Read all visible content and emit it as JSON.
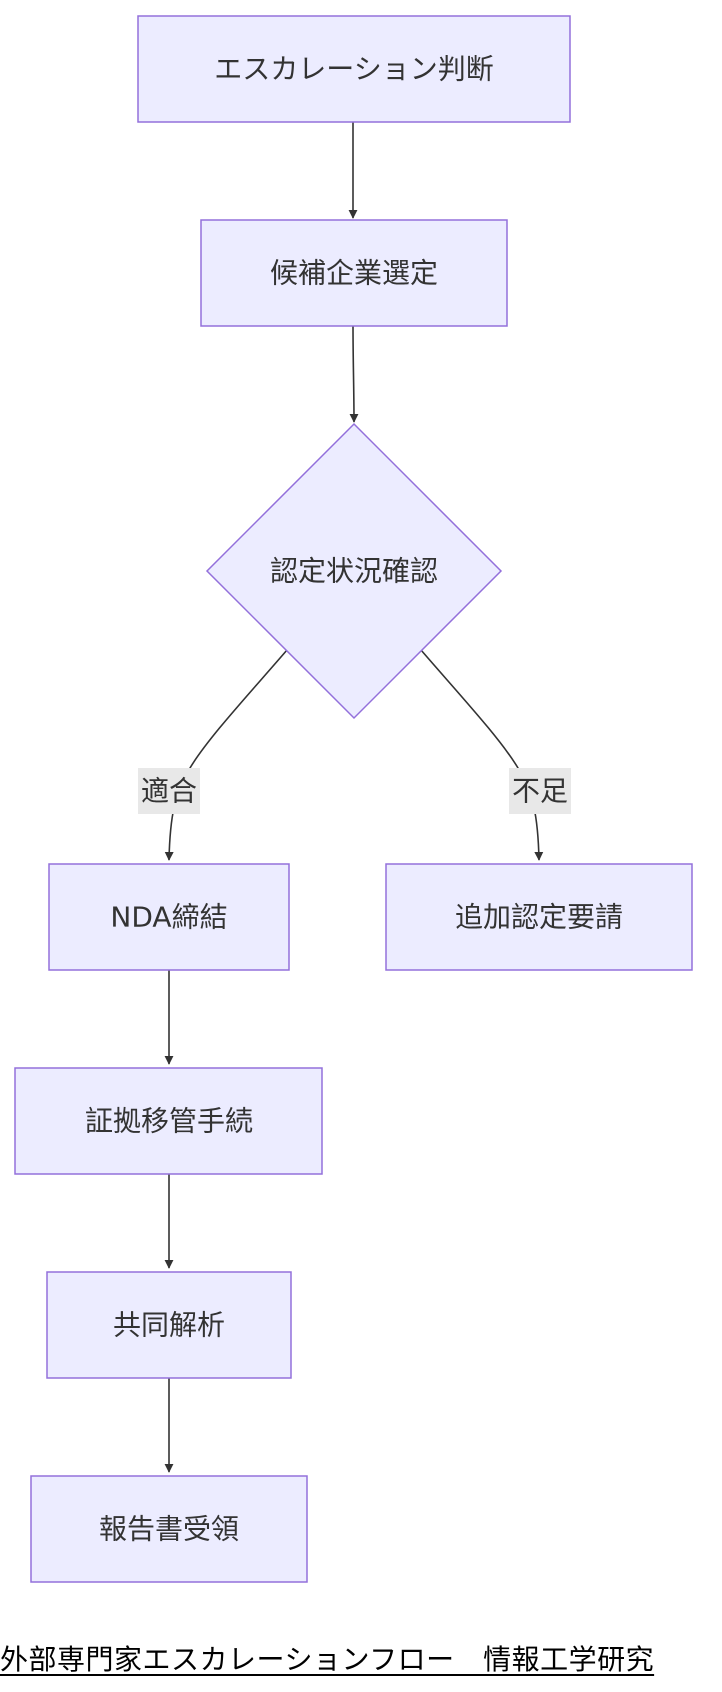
{
  "diagram": {
    "nodes": {
      "escalation": "エスカレーション判断",
      "candidate": "候補企業選定",
      "certification": "認定状況確認",
      "nda": "NDA締結",
      "additional": "追加認定要請",
      "evidence": "証拠移管手続",
      "joint": "共同解析",
      "report": "報告書受領"
    },
    "edges": {
      "pass": "適合",
      "insufficient": "不足"
    },
    "colors": {
      "node_fill": "#ececff",
      "node_stroke": "#9370db",
      "edge": "#333333",
      "edge_label_bg": "#e8e8e8"
    }
  },
  "caption": "外部専門家エスカレーションフロー　情報工学研究"
}
